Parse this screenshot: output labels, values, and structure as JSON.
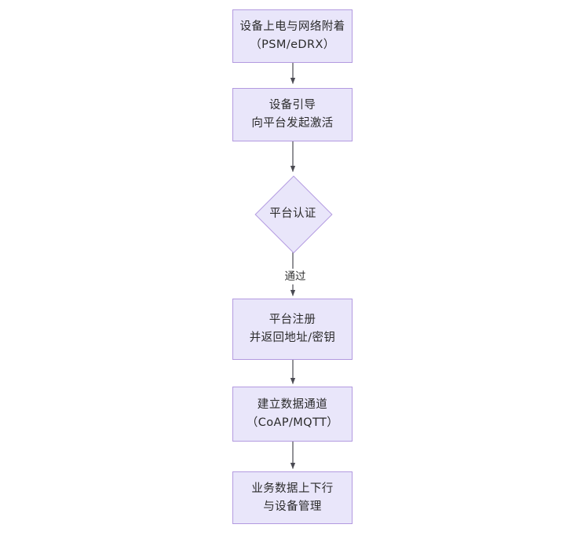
{
  "diagram": {
    "title_visible": false,
    "background_color": "#ffffff",
    "node_fill_color": "#e9e6fa",
    "node_border_color": "#b39ae0",
    "edge_color": "#4a4a52",
    "text_color": "#2b2b2b",
    "orientation": "top-to-bottom",
    "nodes": [
      {
        "id": "n1",
        "shape": "rectangle",
        "lines": [
          "设备上电与网络附着",
          "（PSM/eDRX）"
        ]
      },
      {
        "id": "n2",
        "shape": "rectangle",
        "lines": [
          "设备引导",
          "向平台发起激活"
        ]
      },
      {
        "id": "n3",
        "shape": "diamond",
        "lines": [
          "平台认证"
        ]
      },
      {
        "id": "n4",
        "shape": "rectangle",
        "lines": [
          "平台注册",
          "并返回地址/密钥"
        ]
      },
      {
        "id": "n5",
        "shape": "rectangle",
        "lines": [
          "建立数据通道",
          "（CoAP/MQTT）"
        ]
      },
      {
        "id": "n6",
        "shape": "rectangle",
        "lines": [
          "业务数据上下行",
          "与设备管理"
        ]
      }
    ],
    "edges": [
      {
        "from": "n1",
        "to": "n2",
        "label": ""
      },
      {
        "from": "n2",
        "to": "n3",
        "label": ""
      },
      {
        "from": "n3",
        "to": "n4",
        "label": "通过"
      },
      {
        "from": "n4",
        "to": "n5",
        "label": ""
      },
      {
        "from": "n5",
        "to": "n6",
        "label": ""
      }
    ]
  }
}
